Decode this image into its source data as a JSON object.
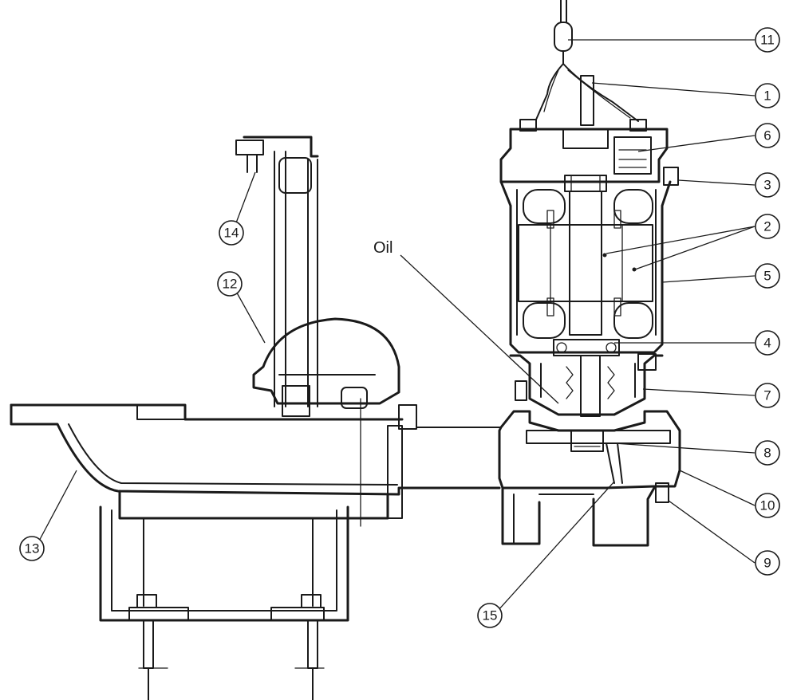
{
  "diagram": {
    "oil_label": "Oil",
    "callouts": [
      {
        "id": "11",
        "label": "11"
      },
      {
        "id": "1",
        "label": "1"
      },
      {
        "id": "6",
        "label": "6"
      },
      {
        "id": "3",
        "label": "3"
      },
      {
        "id": "2",
        "label": "2"
      },
      {
        "id": "5",
        "label": "5"
      },
      {
        "id": "4",
        "label": "4"
      },
      {
        "id": "7",
        "label": "7"
      },
      {
        "id": "8",
        "label": "8"
      },
      {
        "id": "10",
        "label": "10"
      },
      {
        "id": "9",
        "label": "9"
      },
      {
        "id": "15",
        "label": "15"
      },
      {
        "id": "13",
        "label": "13"
      },
      {
        "id": "14",
        "label": "14"
      },
      {
        "id": "12",
        "label": "12"
      }
    ]
  }
}
